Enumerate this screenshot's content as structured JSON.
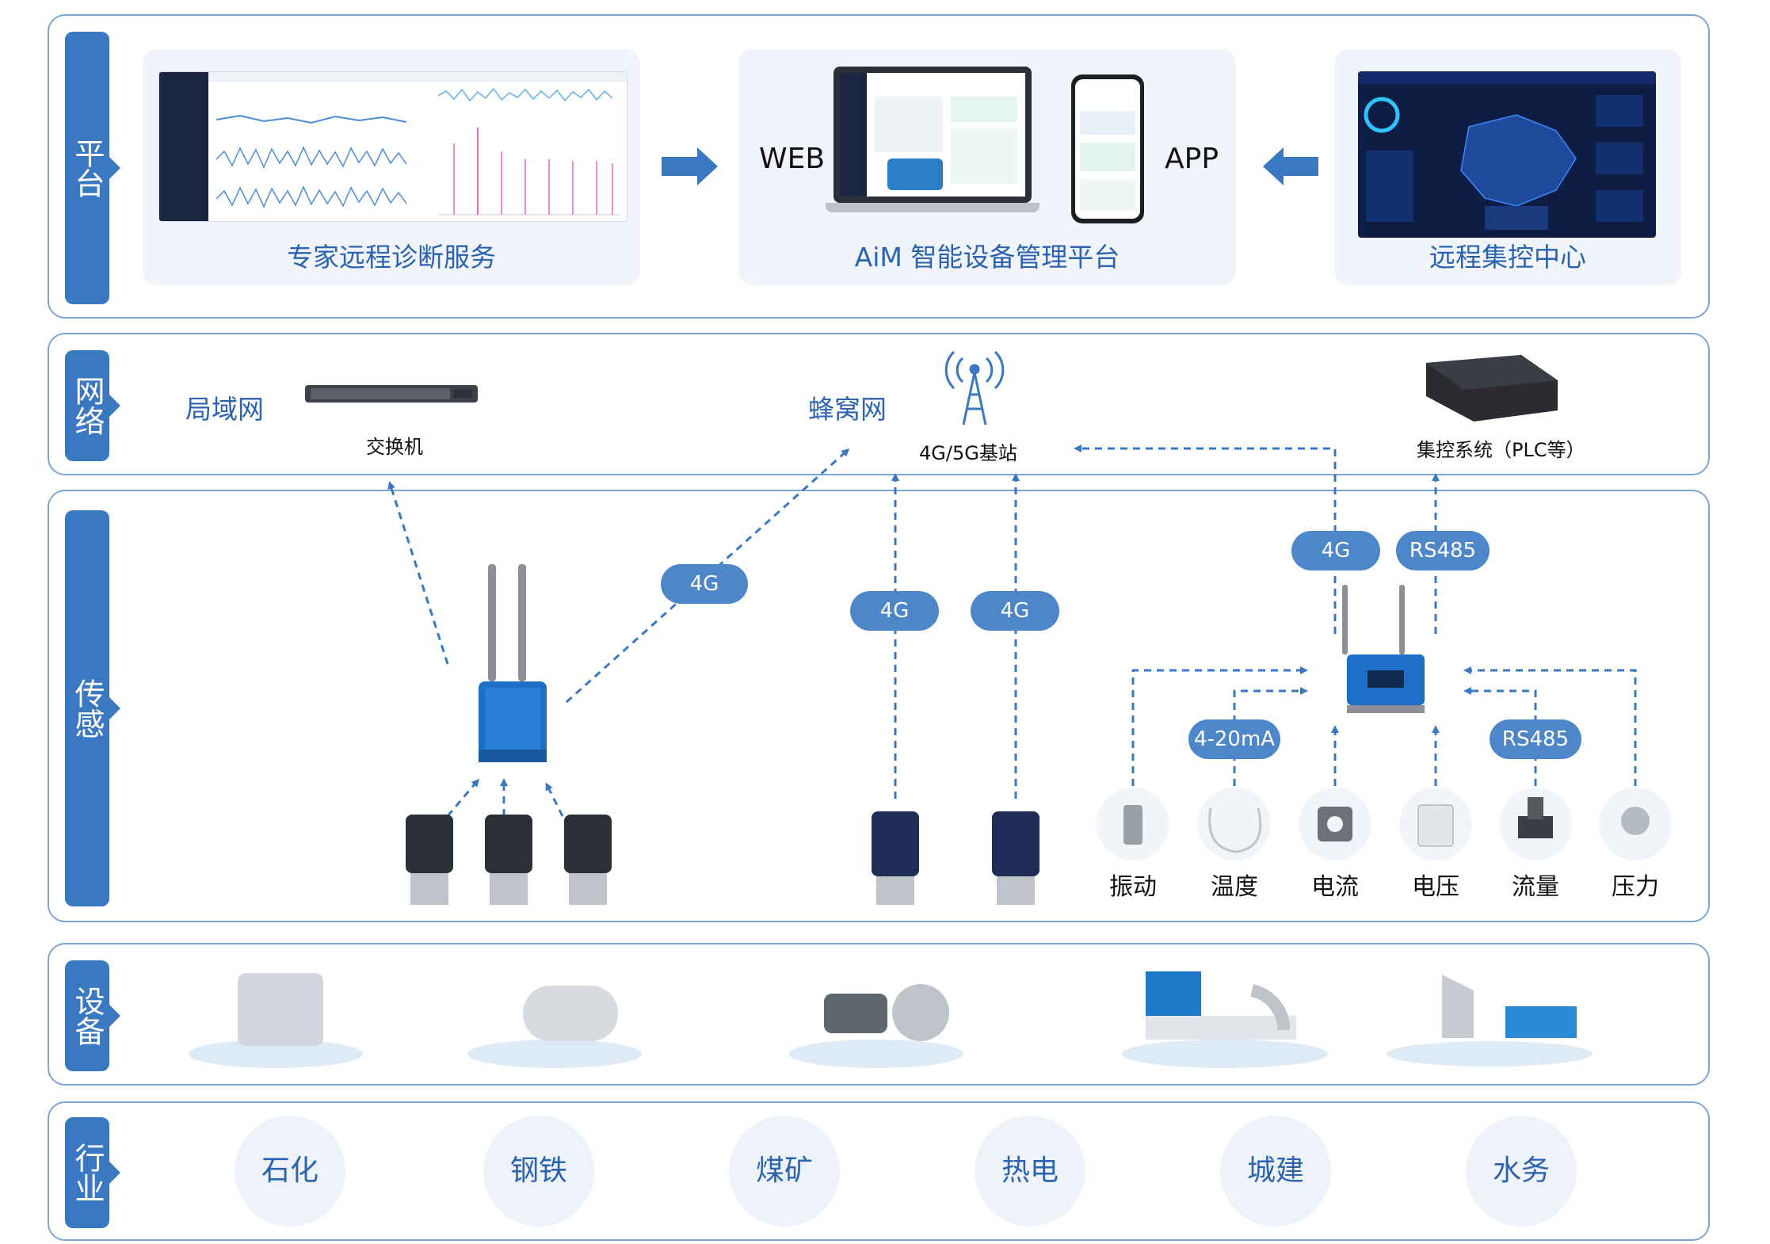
{
  "layers": {
    "platform": "平台",
    "network": "网络",
    "sensing": "传感",
    "equipment": "设备",
    "industry": "行业"
  },
  "platform": {
    "expert_service": "专家远程诊断服务",
    "aim_platform": "AiM 智能设备管理平台",
    "remote_center": "远程集控中心",
    "web": "WEB",
    "app": "APP"
  },
  "network": {
    "lan": "局域网",
    "switch": "交换机",
    "cellular": "蜂窝网",
    "base_station": "4G/5G基站",
    "plc": "集控系统（PLC等）"
  },
  "sensing": {
    "links": {
      "gateway_4g": "4G",
      "sensor1_4g": "4G",
      "sensor2_4g": "4G",
      "collector_4g": "4G",
      "collector_rs485": "RS485",
      "analog": "4-20mA",
      "rs485_in": "RS485"
    },
    "sensors": [
      "振动",
      "温度",
      "电流",
      "电压",
      "流量",
      "压力"
    ]
  },
  "industry": [
    "石化",
    "钢铁",
    "煤矿",
    "热电",
    "城建",
    "水务"
  ],
  "colors": {
    "accent": "#3b78c2",
    "border": "#7ea6d4",
    "label": "#2b63b0",
    "card": "#f1f5fb"
  }
}
